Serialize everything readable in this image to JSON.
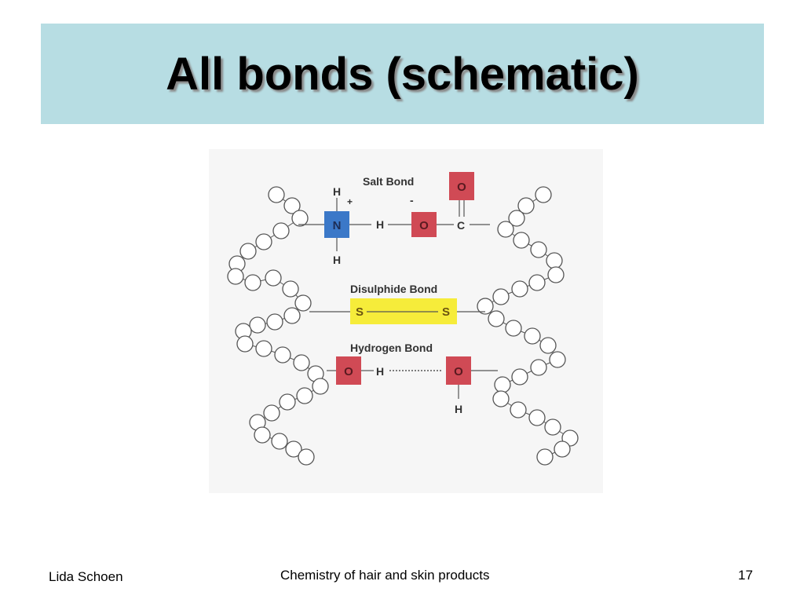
{
  "slide": {
    "title": "All bonds (schematic)",
    "footer_left": "Lida Schoen",
    "footer_center": "Chemistry of hair and skin products",
    "slide_number": "17"
  },
  "colors": {
    "title_background": "#b7dde3",
    "nitrogen_box": "#3b78c8",
    "oxygen_box": "#d04a55",
    "disulphide_highlight": "#f6ec3a"
  },
  "diagram": {
    "salt_bond": {
      "label": "Salt Bond",
      "h_top": "H",
      "plus": "+",
      "n": "N",
      "h_middle": "H",
      "h_bottom": "H",
      "minus": "-",
      "o_left": "O",
      "o_top": "O",
      "c": "C"
    },
    "disulphide_bond": {
      "label": "Disulphide Bond",
      "s_left": "S",
      "s_right": "S"
    },
    "hydrogen_bond": {
      "label": "Hydrogen Bond",
      "o_left": "O",
      "h_left": "H",
      "o_right": "O",
      "h_bottom": "H"
    }
  }
}
